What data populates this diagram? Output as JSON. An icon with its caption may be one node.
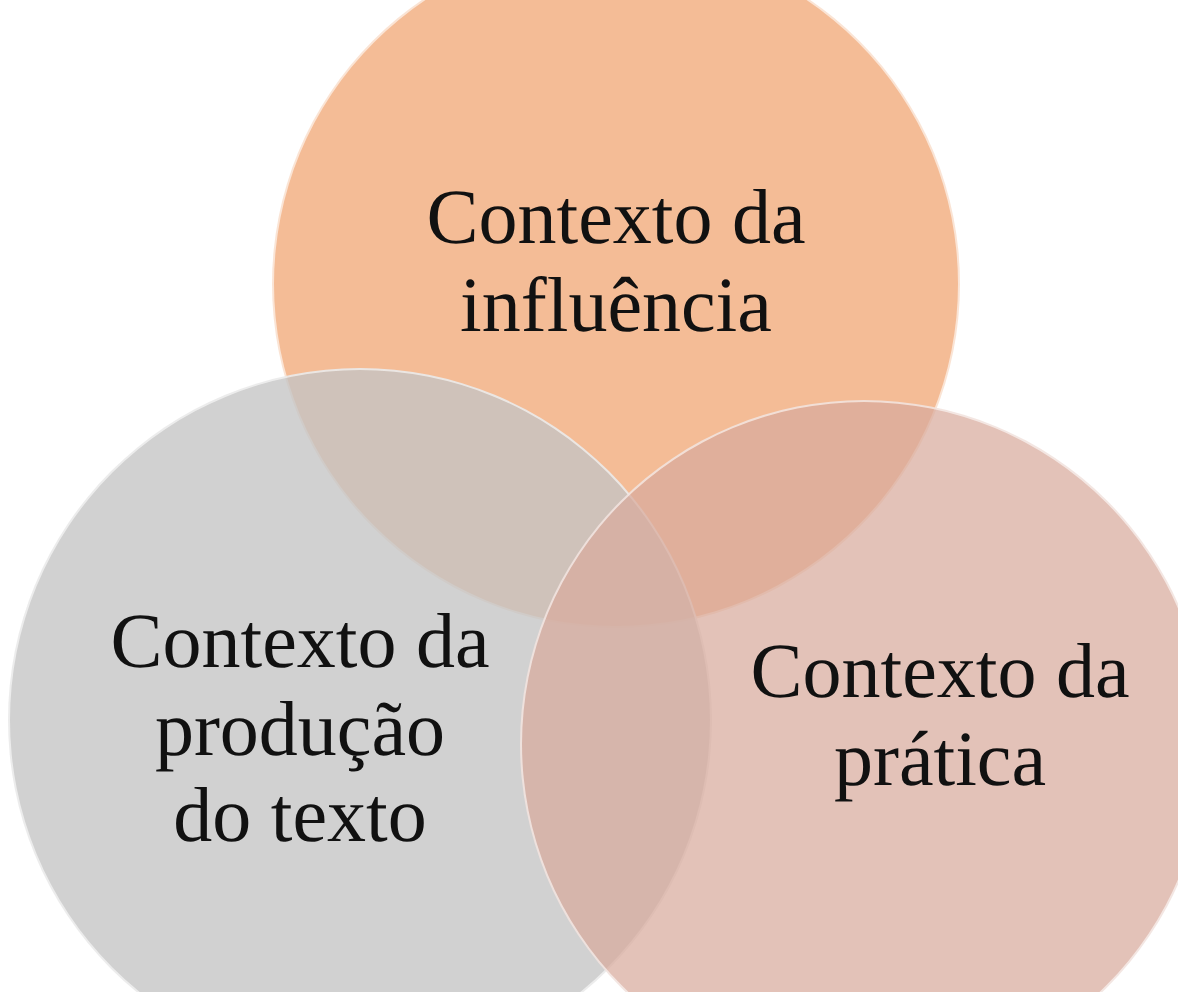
{
  "diagram": {
    "nodes": [
      {
        "text": [
          "Contexto da influência"
        ]
      },
      {
        "text": [
          "Contexto da produção do texto"
        ]
      },
      {
        "text": [
          "Contexto da prática"
        ]
      }
    ]
  }
}
